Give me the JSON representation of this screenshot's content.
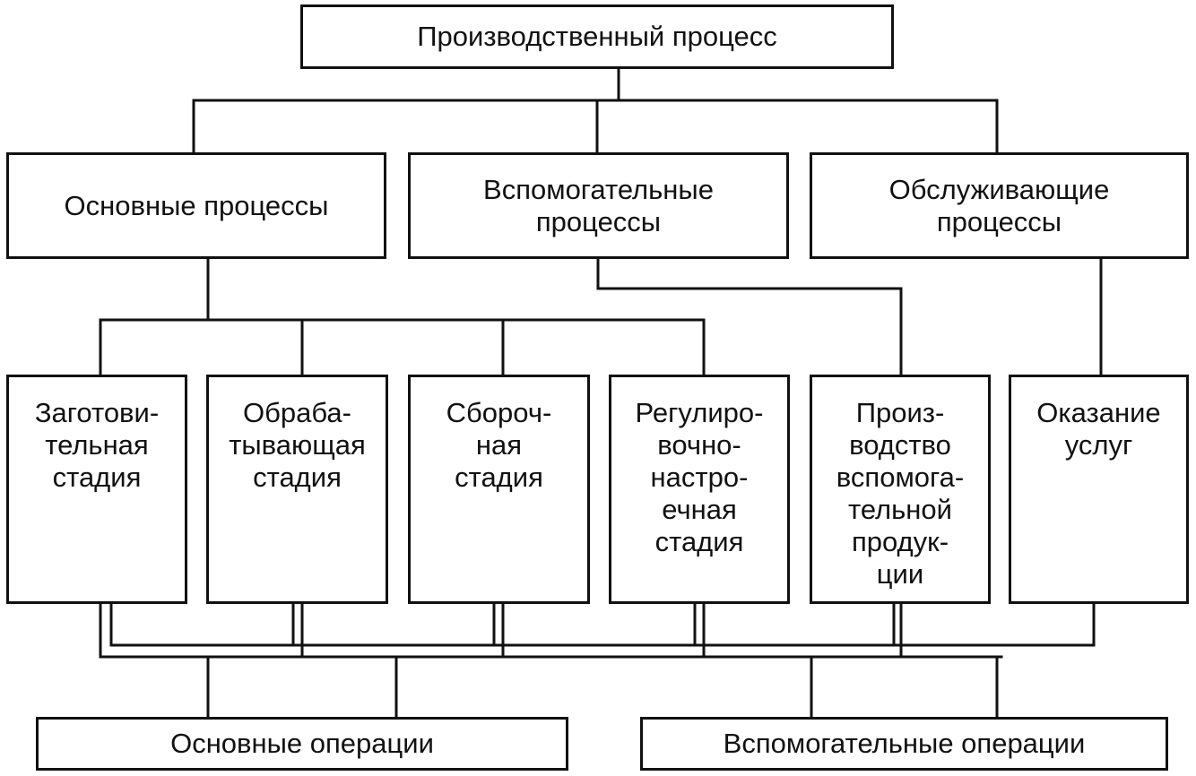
{
  "diagram": {
    "root": "Производственный процесс",
    "processes": {
      "main": "Основные процессы",
      "auxiliary": "Вспомогательные\nпроцессы",
      "service": "Обслуживающие\nпроцессы"
    },
    "stages": {
      "procurement": "Заготови-\nтельная\nстадия",
      "processing": "Обраба-\nтывающая\nстадия",
      "assembly": "Сбороч-\nная\nстадия",
      "adjustment": "Регулиро-\nвочно-\nнастро-\nечная\nстадия",
      "aux_production": "Произ-\nводство\nвспомога-\nтельной\nпродук-\nции",
      "services": "Оказание\nуслуг"
    },
    "operations": {
      "main": "Основные операции",
      "auxiliary": "Вспомогательные операции"
    }
  }
}
